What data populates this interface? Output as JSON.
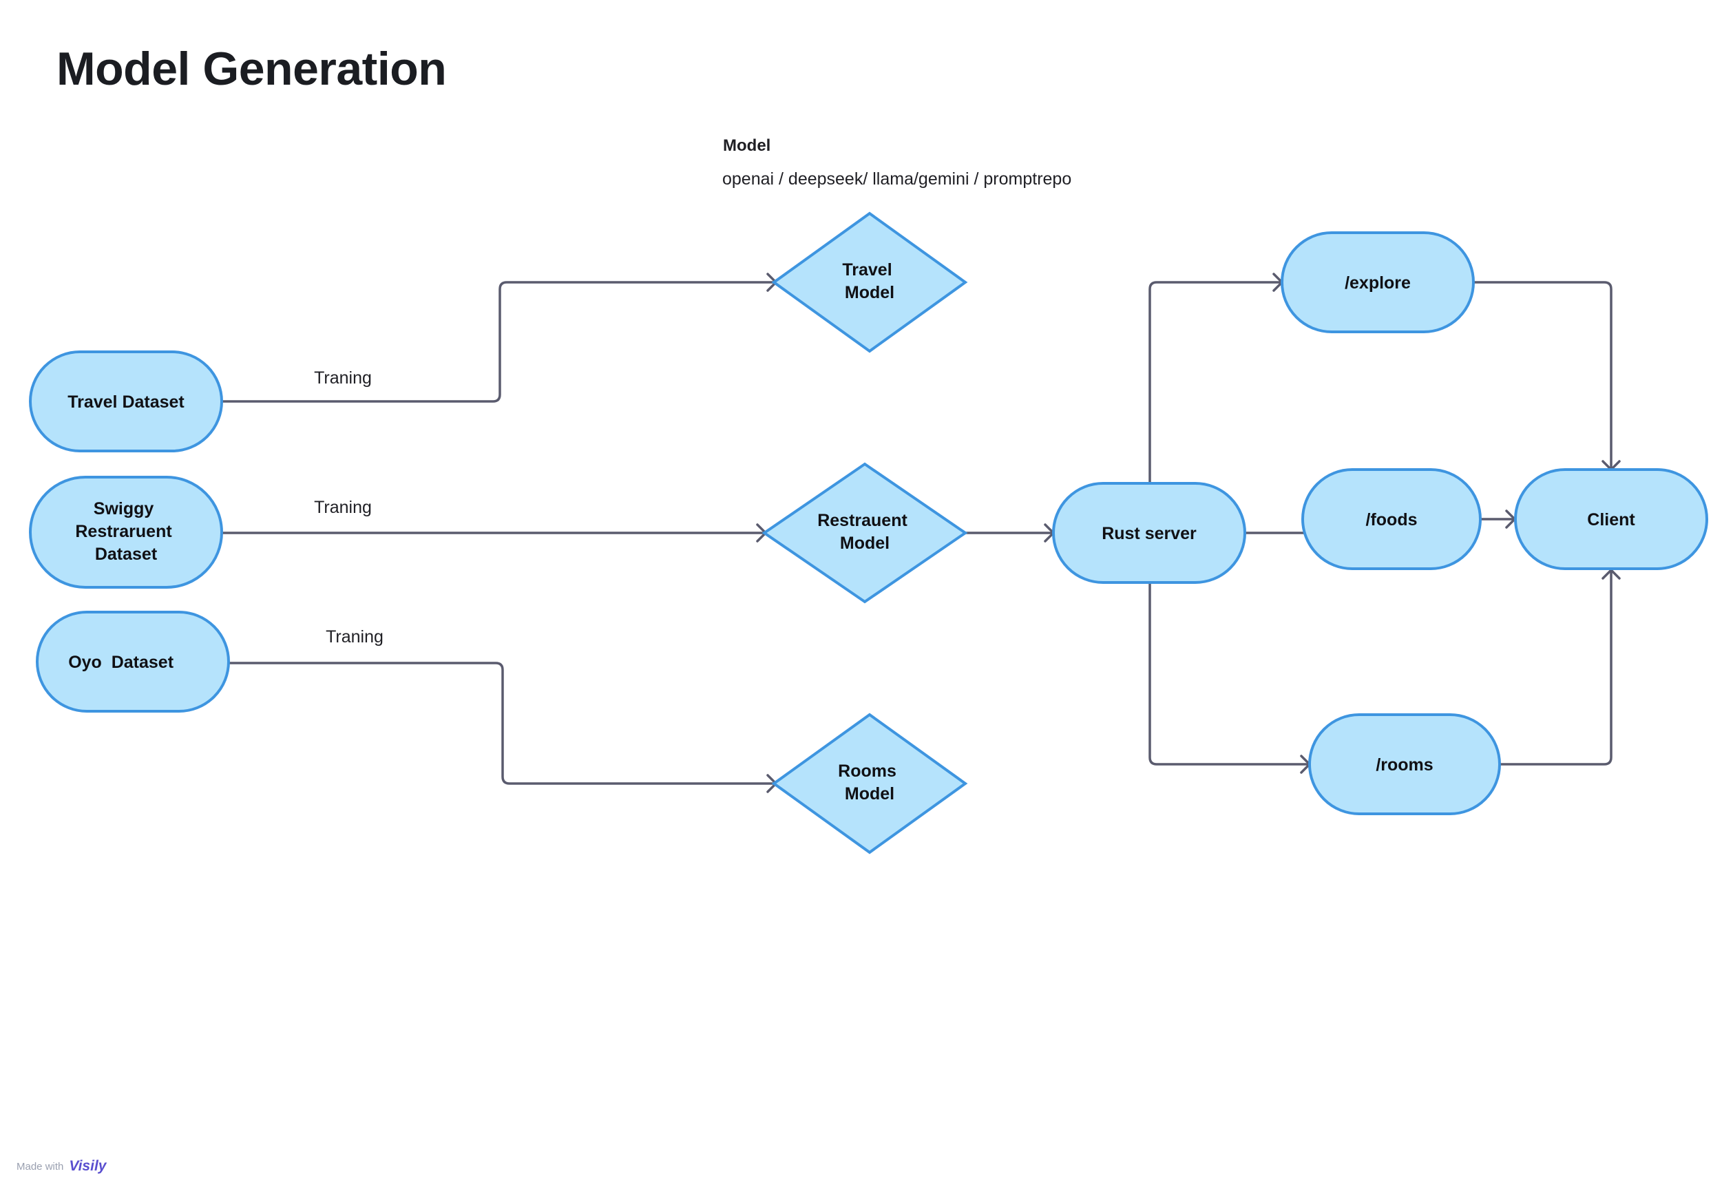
{
  "title": "Model Generation",
  "model_note": {
    "heading": "Model",
    "options": "openai / deepseek/ llama/gemini / promptrepo"
  },
  "nodes": {
    "travel_dataset": [
      "Travel Dataset"
    ],
    "swiggy_dataset": [
      "Swiggy",
      "Restraruent",
      "Dataset"
    ],
    "oyo_dataset": [
      "Oyo  Dataset"
    ],
    "travel_model": [
      "Travel",
      "Model"
    ],
    "restrauent_model": [
      "Restrauent",
      "Model"
    ],
    "rooms_model": [
      "Rooms",
      "Model"
    ],
    "rust_server": [
      "Rust server"
    ],
    "explore": [
      "/explore"
    ],
    "foods": [
      "/foods"
    ],
    "rooms": [
      "/rooms"
    ],
    "client": [
      "Client"
    ]
  },
  "edge_labels": {
    "travel": "Traning",
    "swiggy": "Traning",
    "oyo": "Traning"
  },
  "colors": {
    "node_fill": "#b5e3fc",
    "node_stroke": "#3e95e0",
    "edge": "#5a5b6e"
  },
  "watermark": {
    "made_with": "Made with",
    "brand": "Visily"
  }
}
